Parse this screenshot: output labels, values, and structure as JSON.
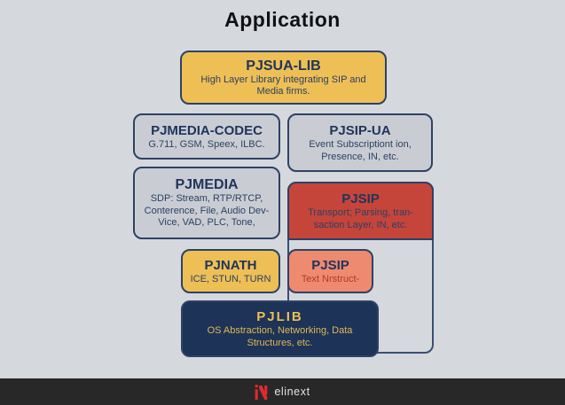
{
  "title": "Application",
  "diagram": {
    "pjsua": {
      "title": "PJSUA-LIB",
      "lines": [
        "High Layer Library integrating SIP and",
        "Media firms."
      ]
    },
    "pjmedia_codec": {
      "title": "PJMEDIA-CODEC",
      "lines": [
        "G.711, GSM, Speex, ILBC."
      ]
    },
    "pjsip_ua": {
      "title": "PJSIP-UA",
      "lines": [
        "Event Subscriptiont ion,",
        "Presence, IN, etc."
      ]
    },
    "pjmedia": {
      "title": "PJMEDIA",
      "lines": [
        "SDP: Stream, RTP/RTCP,",
        "Conterence, File, Audio Dev-",
        "Vice, VAD, PLC, Tone,"
      ]
    },
    "pjsip_main": {
      "title": "PJSIP",
      "lines": [
        "Transport; Parsing, tran-",
        "saction Layer, IN, etc."
      ]
    },
    "pjnath": {
      "title": "PJNATH",
      "lines": [
        "ICE, STUN, TURN"
      ]
    },
    "pjsip_struct": {
      "title": "PJSIP",
      "lines": [
        "Text Nrstruct-"
      ]
    },
    "pjlib": {
      "title": "PJLIB",
      "lines": [
        "OS Abstraction, Networking, Data",
        "Structures, etc."
      ]
    }
  },
  "footer": {
    "brand": "elinext",
    "logo_icon": "elinext-logo"
  },
  "colors": {
    "background": "#d5d9dd",
    "yellow": "#edbf55",
    "gray": "#c9cdd3",
    "red": "#c5453a",
    "salmon": "#ee8a70",
    "navy": "#1d3357",
    "footer_bg": "#282828",
    "logo_red": "#e32a2e"
  }
}
